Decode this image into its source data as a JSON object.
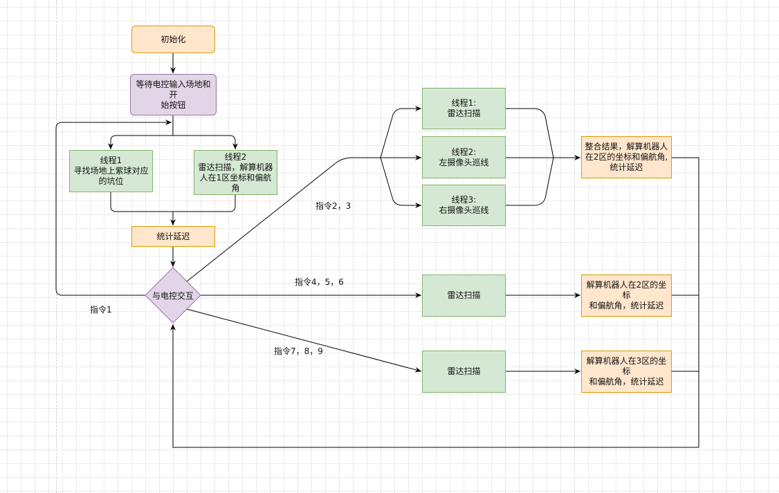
{
  "nodes": {
    "init": "初始化",
    "wait": "等待电控输入场地和开\n始按钮",
    "thread1": "线程1\n寻找场地上紫球对应\n的坑位",
    "thread2": "线程2\n雷达扫描，解算机器\n人在1区坐标和偏航角",
    "stats": "统计延迟",
    "interact": "与电控交互",
    "r_thread1": "线程1:\n雷达扫描",
    "r_thread2": "线程2:\n左摄像头巡线",
    "r_thread3": "线程3:\n右摄像头巡线",
    "merge": "整合结果，解算机器人\n在2区的坐标和偏航角,\n统计延迟",
    "radar_mid": "雷达扫描",
    "solve2": "解算机器人在2区的坐标\n和偏航角，统计延迟",
    "radar_low": "雷达扫描",
    "solve3": "解算机器人在3区的坐标\n和偏航角，统计延迟"
  },
  "edges": {
    "cmd1": "指令1",
    "cmd23": "指令2，3",
    "cmd456": "指令4，5，6",
    "cmd789": "指令7，8，9"
  },
  "colors": {
    "orange_fill": "#ffe6cc",
    "orange_stroke": "#d79b00",
    "purple_fill": "#e1d5e7",
    "purple_stroke": "#9673a6",
    "green_fill": "#d5e8d4",
    "green_stroke": "#82b366"
  }
}
